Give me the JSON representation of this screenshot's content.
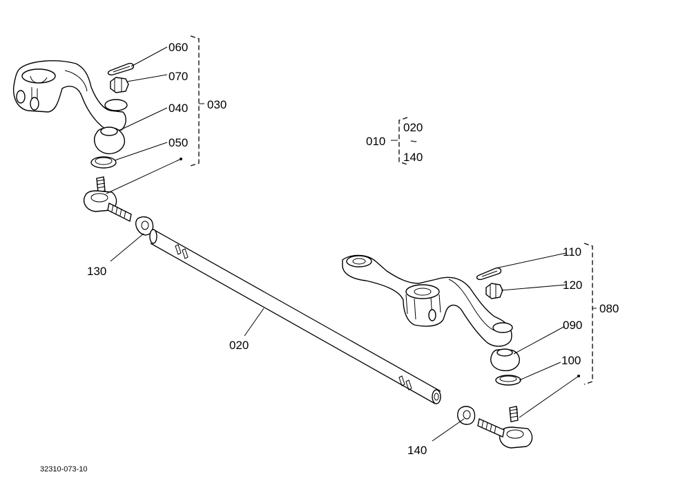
{
  "labels": {
    "p060": "060",
    "p070": "070",
    "p040": "040",
    "p050": "050",
    "p030": "030",
    "p010": "010",
    "p020_range": "020",
    "tilde": "~",
    "p140_range": "140",
    "p130": "130",
    "p020": "020",
    "p110": "110",
    "p120": "120",
    "p080": "080",
    "p090": "090",
    "p100": "100",
    "p140": "140"
  },
  "drawing_number": "32310-073-10"
}
